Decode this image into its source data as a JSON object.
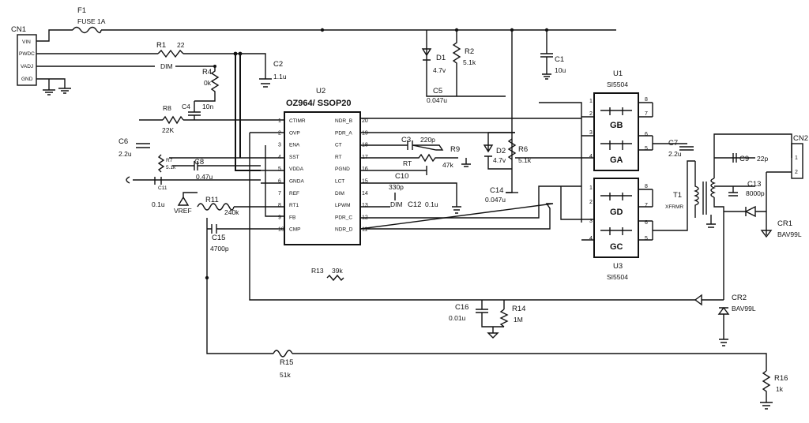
{
  "connector": {
    "ref": "CN1",
    "pins": [
      "VIN",
      "PWDC",
      "VADJ",
      "GND"
    ]
  },
  "fuse": {
    "ref": "F1",
    "value": "FUSE 1A"
  },
  "R1": {
    "ref": "R1",
    "value": "22",
    "net": "DIM"
  },
  "R4": {
    "ref": "R4",
    "value": "0k"
  },
  "C2": {
    "ref": "C2",
    "value": "1.1u"
  },
  "D1": {
    "ref": "D1",
    "value": "4.7v"
  },
  "R2": {
    "ref": "R2",
    "value": "5.1k"
  },
  "C1": {
    "ref": "C1",
    "value": "10u"
  },
  "C5": {
    "ref": "C5",
    "value": "0.047u"
  },
  "U2": {
    "ref": "U2",
    "part": "OZ964/ SSOP20",
    "left_pins": [
      {
        "num": "1",
        "name": "CTIMR"
      },
      {
        "num": "2",
        "name": "OVP"
      },
      {
        "num": "3",
        "name": "ENA"
      },
      {
        "num": "4",
        "name": "SST"
      },
      {
        "num": "5",
        "name": "VDDA"
      },
      {
        "num": "6",
        "name": "GNDA"
      },
      {
        "num": "7",
        "name": "REF"
      },
      {
        "num": "8",
        "name": "RT1"
      },
      {
        "num": "9",
        "name": "FB"
      },
      {
        "num": "10",
        "name": "CMP"
      }
    ],
    "right_pins": [
      {
        "num": "20",
        "name": "NDR_B"
      },
      {
        "num": "19",
        "name": "PDR_A"
      },
      {
        "num": "18",
        "name": "CT"
      },
      {
        "num": "17",
        "name": "RT"
      },
      {
        "num": "16",
        "name": "PGND"
      },
      {
        "num": "15",
        "name": "LCT"
      },
      {
        "num": "14",
        "name": "DIM"
      },
      {
        "num": "13",
        "name": "LPWM"
      },
      {
        "num": "12",
        "name": "PDR_C"
      },
      {
        "num": "11",
        "name": "NDR_D"
      }
    ]
  },
  "R8": {
    "ref": "R8",
    "value": "22K"
  },
  "C4": {
    "ref": "C4",
    "value": "10n"
  },
  "C6": {
    "ref": "C6",
    "value": "2.2u"
  },
  "R7": {
    "ref": "R7",
    "value": "5.1k"
  },
  "C8": {
    "ref": "C8",
    "value": "0.47u"
  },
  "C11": {
    "ref": "C11",
    "value": "0.1u"
  },
  "vref_label": "VREF",
  "R11": {
    "ref": "R11",
    "value": "240k"
  },
  "C15": {
    "ref": "C15",
    "value": "4700p"
  },
  "C3": {
    "ref": "C3",
    "value": "220p"
  },
  "R9": {
    "ref": "R9",
    "value": "47k"
  },
  "C10": {
    "ref": "C10",
    "value": "330p"
  },
  "C12": {
    "ref": "C12",
    "value": "0.1u",
    "net": "DIM"
  },
  "D2": {
    "ref": "D2",
    "value": "4.7v"
  },
  "R6": {
    "ref": "R6",
    "value": "5.1k"
  },
  "C14": {
    "ref": "C14",
    "value": "0.047u"
  },
  "U1": {
    "ref": "U1",
    "part": "SI5504",
    "gates": [
      "GB",
      "GA"
    ]
  },
  "U3": {
    "ref": "U3",
    "part": "SI5504",
    "gates": [
      "GD",
      "GC"
    ]
  },
  "C7": {
    "ref": "C7",
    "value": "2.2u"
  },
  "T1": {
    "ref": "T1",
    "value": "XFRMR"
  },
  "C9": {
    "ref": "C9",
    "value": "22p"
  },
  "C13": {
    "ref": "C13",
    "value": "8000p"
  },
  "CN2": {
    "ref": "CN2",
    "pins": [
      "1",
      "2"
    ]
  },
  "CR1": {
    "ref": "CR1",
    "value": "BAV99L"
  },
  "CR2": {
    "ref": "CR2",
    "value": "BAV99L"
  },
  "R13": {
    "ref": "R13",
    "value": "39k"
  },
  "C16": {
    "ref": "C16",
    "value": "0.01u"
  },
  "R14": {
    "ref": "R14",
    "value": "1M"
  },
  "R15": {
    "ref": "R15",
    "value": "51k"
  },
  "R16": {
    "ref": "R16",
    "value": "1k"
  }
}
